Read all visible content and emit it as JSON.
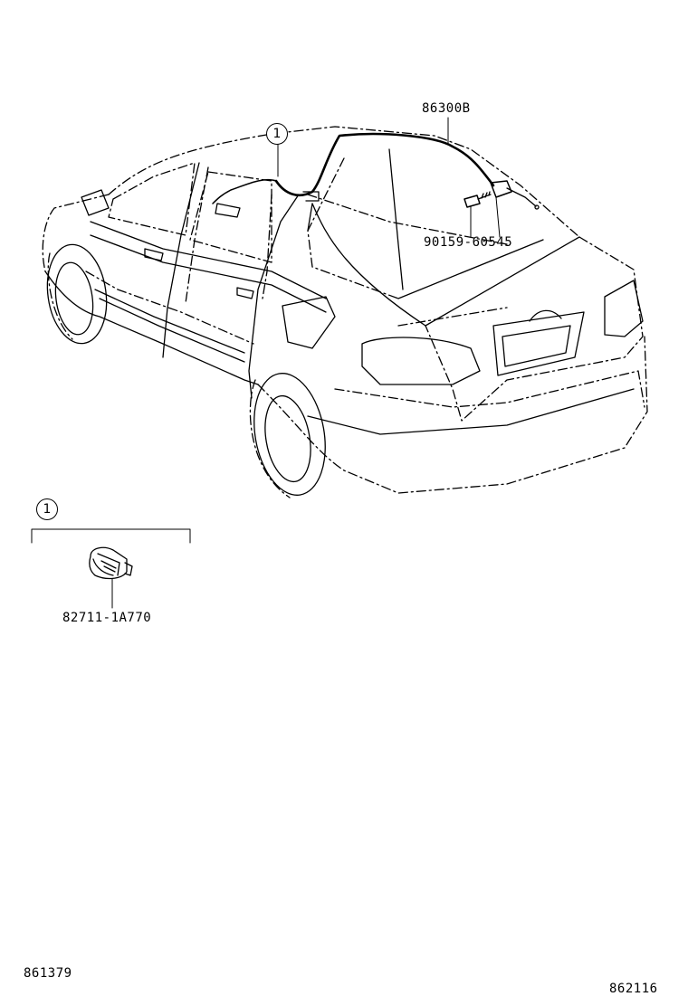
{
  "callouts": {
    "wire_part": "86300B",
    "screw_part": "90159-60545",
    "connector_part": "82711-1A770",
    "ref_marker": "1",
    "detail_marker": "1"
  },
  "footer": {
    "left_code": "861379",
    "right_code": "862116"
  }
}
